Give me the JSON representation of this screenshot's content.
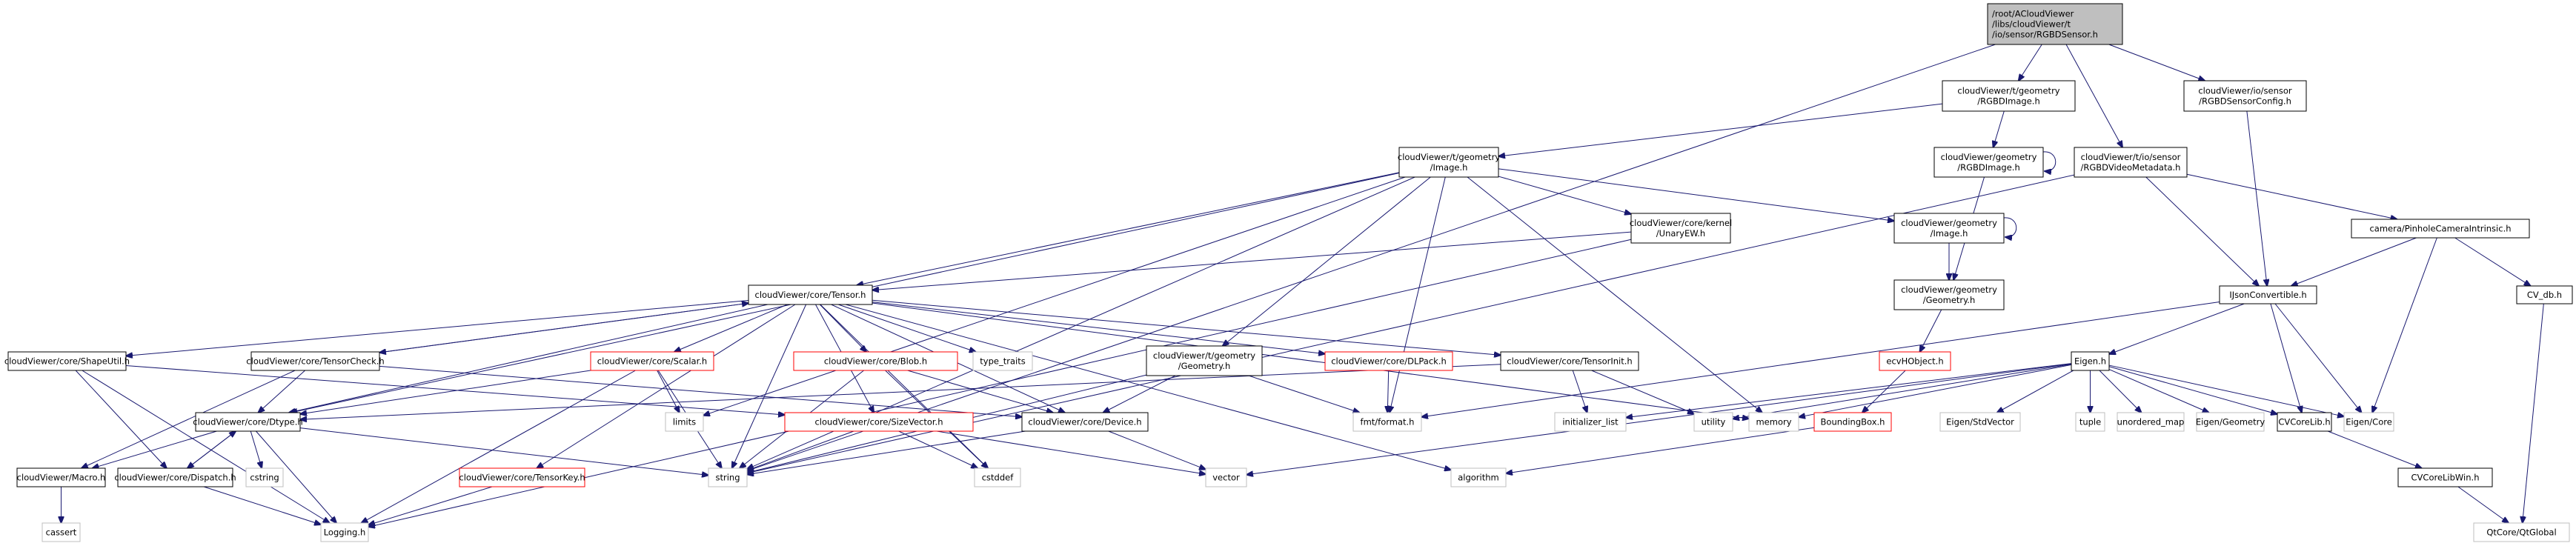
{
  "colors": {
    "edge": "#191970",
    "root_fill": "#bfbfbf",
    "normal_border": "#000000",
    "missing_border": "#ff0000",
    "system_border": "#bfbfbf",
    "text": "#000000"
  },
  "diagram": {
    "title": "Include dependency graph for RGBDSensor.h",
    "nodes": [
      {
        "id": "root",
        "kind": "root",
        "lines": [
          "/root/ACloudViewer",
          "/libs/cloudViewer/t",
          "/io/sensor/RGBDSensor.h"
        ]
      },
      {
        "id": "t_rgbdimage",
        "kind": "normal",
        "lines": [
          "cloudViewer/t/geometry",
          "/RGBDImage.h"
        ]
      },
      {
        "id": "rgbdsensorconfig",
        "kind": "normal",
        "lines": [
          "cloudViewer/io/sensor",
          "/RGBDSensorConfig.h"
        ]
      },
      {
        "id": "g_rgbdimage",
        "kind": "normal",
        "lines": [
          "cloudViewer/geometry",
          "/RGBDImage.h"
        ]
      },
      {
        "id": "rgbdvideometa",
        "kind": "normal",
        "lines": [
          "cloudViewer/t/io/sensor",
          "/RGBDVideoMetadata.h"
        ]
      },
      {
        "id": "t_image",
        "kind": "normal",
        "lines": [
          "cloudViewer/t/geometry",
          "/Image.h"
        ]
      },
      {
        "id": "g_image",
        "kind": "normal",
        "lines": [
          "cloudViewer/geometry",
          "/Image.h"
        ]
      },
      {
        "id": "unaryew",
        "kind": "normal",
        "lines": [
          "cloudViewer/core/kernel",
          "/UnaryEW.h"
        ]
      },
      {
        "id": "pinhole",
        "kind": "normal",
        "lines": [
          "camera/PinholeCameraIntrinsic.h"
        ]
      },
      {
        "id": "g_geometry",
        "kind": "normal",
        "lines": [
          "cloudViewer/geometry",
          "/Geometry.h"
        ]
      },
      {
        "id": "tensor",
        "kind": "normal",
        "lines": [
          "cloudViewer/core/Tensor.h"
        ]
      },
      {
        "id": "ijson",
        "kind": "normal",
        "lines": [
          "IJsonConvertible.h"
        ]
      },
      {
        "id": "cvdb",
        "kind": "normal",
        "lines": [
          "CV_db.h"
        ]
      },
      {
        "id": "shapeutil",
        "kind": "normal",
        "lines": [
          "cloudViewer/core/ShapeUtil.h"
        ]
      },
      {
        "id": "tensorcheck",
        "kind": "normal",
        "lines": [
          "cloudViewer/core/TensorCheck.h"
        ]
      },
      {
        "id": "scalar",
        "kind": "missing",
        "lines": [
          "cloudViewer/core/Scalar.h"
        ]
      },
      {
        "id": "blob",
        "kind": "missing",
        "lines": [
          "cloudViewer/core/Blob.h"
        ]
      },
      {
        "id": "type_traits",
        "kind": "system",
        "lines": [
          "type_traits"
        ]
      },
      {
        "id": "t_geometry",
        "kind": "normal",
        "lines": [
          "cloudViewer/t/geometry",
          "/Geometry.h"
        ]
      },
      {
        "id": "dlpack",
        "kind": "missing",
        "lines": [
          "cloudViewer/core/DLPack.h"
        ]
      },
      {
        "id": "tensorinit",
        "kind": "normal",
        "lines": [
          "cloudViewer/core/TensorInit.h"
        ]
      },
      {
        "id": "ecvhobject",
        "kind": "missing",
        "lines": [
          "ecvHObject.h"
        ]
      },
      {
        "id": "eigen_h",
        "kind": "normal",
        "lines": [
          "Eigen.h"
        ]
      },
      {
        "id": "dtype",
        "kind": "normal",
        "lines": [
          "cloudViewer/core/Dtype.h"
        ]
      },
      {
        "id": "limits",
        "kind": "system",
        "lines": [
          "limits"
        ]
      },
      {
        "id": "sizevector",
        "kind": "missing",
        "lines": [
          "cloudViewer/core/SizeVector.h"
        ]
      },
      {
        "id": "device",
        "kind": "normal",
        "lines": [
          "cloudViewer/core/Device.h"
        ]
      },
      {
        "id": "fmt_format",
        "kind": "system",
        "lines": [
          "fmt/format.h"
        ]
      },
      {
        "id": "initializer_list",
        "kind": "system",
        "lines": [
          "initializer_list"
        ]
      },
      {
        "id": "utility",
        "kind": "system",
        "lines": [
          "utility"
        ]
      },
      {
        "id": "memory",
        "kind": "system",
        "lines": [
          "memory"
        ]
      },
      {
        "id": "boundingbox",
        "kind": "missing",
        "lines": [
          "BoundingBox.h"
        ]
      },
      {
        "id": "eigen_stdvector",
        "kind": "system",
        "lines": [
          "Eigen/StdVector"
        ]
      },
      {
        "id": "tuple",
        "kind": "system",
        "lines": [
          "tuple"
        ]
      },
      {
        "id": "unordered_map",
        "kind": "system",
        "lines": [
          "unordered_map"
        ]
      },
      {
        "id": "eigen_geometry",
        "kind": "system",
        "lines": [
          "Eigen/Geometry"
        ]
      },
      {
        "id": "cvcorelib",
        "kind": "normal",
        "lines": [
          "CVCoreLib.h"
        ]
      },
      {
        "id": "eigen_core",
        "kind": "system",
        "lines": [
          "Eigen/Core"
        ]
      },
      {
        "id": "macro",
        "kind": "normal",
        "lines": [
          "cloudViewer/Macro.h"
        ]
      },
      {
        "id": "dispatch",
        "kind": "normal",
        "lines": [
          "cloudViewer/core/Dispatch.h"
        ]
      },
      {
        "id": "cstring",
        "kind": "system",
        "lines": [
          "cstring"
        ]
      },
      {
        "id": "tensorkey",
        "kind": "missing",
        "lines": [
          "cloudViewer/core/TensorKey.h"
        ]
      },
      {
        "id": "string",
        "kind": "system",
        "lines": [
          "string"
        ]
      },
      {
        "id": "cstddef",
        "kind": "system",
        "lines": [
          "cstddef"
        ]
      },
      {
        "id": "vector",
        "kind": "system",
        "lines": [
          "vector"
        ]
      },
      {
        "id": "algorithm",
        "kind": "system",
        "lines": [
          "algorithm"
        ]
      },
      {
        "id": "cvcorelibwin",
        "kind": "normal",
        "lines": [
          "CVCoreLibWin.h"
        ]
      },
      {
        "id": "cassert",
        "kind": "system",
        "lines": [
          "cassert"
        ]
      },
      {
        "id": "logging",
        "kind": "system",
        "lines": [
          "Logging.h"
        ]
      },
      {
        "id": "qtglobal",
        "kind": "system",
        "lines": [
          "QtCore/QtGlobal"
        ]
      }
    ],
    "edges": [
      [
        "root",
        "t_rgbdimage"
      ],
      [
        "root",
        "rgbdvideometa"
      ],
      [
        "root",
        "rgbdsensorconfig"
      ],
      [
        "root",
        "string"
      ],
      [
        "t_rgbdimage",
        "t_image"
      ],
      [
        "t_rgbdimage",
        "g_rgbdimage"
      ],
      [
        "g_rgbdimage",
        "g_rgbdimage"
      ],
      [
        "g_rgbdimage",
        "g_geometry"
      ],
      [
        "rgbdsensorconfig",
        "ijson"
      ],
      [
        "rgbdvideometa",
        "ijson"
      ],
      [
        "rgbdvideometa",
        "pinhole"
      ],
      [
        "rgbdvideometa",
        "string"
      ],
      [
        "t_image",
        "tensor"
      ],
      [
        "t_image",
        "unaryew"
      ],
      [
        "t_image",
        "g_image"
      ],
      [
        "t_image",
        "t_geometry"
      ],
      [
        "t_image",
        "dtype"
      ],
      [
        "t_image",
        "limits"
      ],
      [
        "t_image",
        "memory"
      ],
      [
        "t_image",
        "string"
      ],
      [
        "t_image",
        "fmt_format"
      ],
      [
        "g_image",
        "g_image"
      ],
      [
        "g_image",
        "g_geometry"
      ],
      [
        "unaryew",
        "tensor"
      ],
      [
        "unaryew",
        "logging"
      ],
      [
        "pinhole",
        "ijson"
      ],
      [
        "pinhole",
        "cvdb"
      ],
      [
        "pinhole",
        "eigen_core"
      ],
      [
        "g_geometry",
        "ecvhobject"
      ],
      [
        "ecvhobject",
        "boundingbox"
      ],
      [
        "ijson",
        "eigen_h"
      ],
      [
        "ijson",
        "cvcorelib"
      ],
      [
        "ijson",
        "eigen_core"
      ],
      [
        "ijson",
        "fmt_format"
      ],
      [
        "cvdb",
        "qtglobal"
      ],
      [
        "tensor",
        "shapeutil"
      ],
      [
        "tensor",
        "tensorcheck"
      ],
      [
        "tensor",
        "scalar"
      ],
      [
        "tensor",
        "blob"
      ],
      [
        "tensor",
        "type_traits"
      ],
      [
        "tensor",
        "dlpack"
      ],
      [
        "tensor",
        "tensorinit"
      ],
      [
        "tensor",
        "dtype"
      ],
      [
        "tensor",
        "sizevector"
      ],
      [
        "tensor",
        "device"
      ],
      [
        "tensor",
        "tensorkey"
      ],
      [
        "tensor",
        "string"
      ],
      [
        "tensor",
        "cstddef"
      ],
      [
        "tensor",
        "algorithm"
      ],
      [
        "tensor",
        "memory"
      ],
      [
        "tensorcheck",
        "tensor"
      ],
      [
        "tensorcheck",
        "dtype"
      ],
      [
        "tensorcheck",
        "device"
      ],
      [
        "tensorcheck",
        "macro"
      ],
      [
        "shapeutil",
        "sizevector"
      ],
      [
        "shapeutil",
        "dispatch"
      ],
      [
        "shapeutil",
        "logging"
      ],
      [
        "scalar",
        "dtype"
      ],
      [
        "scalar",
        "limits"
      ],
      [
        "scalar",
        "string"
      ],
      [
        "scalar",
        "logging"
      ],
      [
        "blob",
        "device"
      ],
      [
        "blob",
        "string"
      ],
      [
        "blob",
        "cstddef"
      ],
      [
        "t_geometry",
        "device"
      ],
      [
        "t_geometry",
        "fmt_format"
      ],
      [
        "t_geometry",
        "string"
      ],
      [
        "dlpack",
        "fmt_format"
      ],
      [
        "tensorinit",
        "initializer_list"
      ],
      [
        "tensorinit",
        "utility"
      ],
      [
        "tensorinit",
        "dtype"
      ],
      [
        "eigen_h",
        "eigen_stdvector"
      ],
      [
        "eigen_h",
        "tuple"
      ],
      [
        "eigen_h",
        "unordered_map"
      ],
      [
        "eigen_h",
        "eigen_geometry"
      ],
      [
        "eigen_h",
        "cvcorelib"
      ],
      [
        "eigen_h",
        "eigen_core"
      ],
      [
        "eigen_h",
        "memory"
      ],
      [
        "eigen_h",
        "utility"
      ],
      [
        "eigen_h",
        "initializer_list"
      ],
      [
        "eigen_h",
        "vector"
      ],
      [
        "boundingbox",
        "algorithm"
      ],
      [
        "dtype",
        "macro"
      ],
      [
        "dtype",
        "dispatch"
      ],
      [
        "dtype",
        "cstring"
      ],
      [
        "dtype",
        "string"
      ],
      [
        "dtype",
        "logging"
      ],
      [
        "dispatch",
        "dtype"
      ],
      [
        "dispatch",
        "logging"
      ],
      [
        "sizevector",
        "string"
      ],
      [
        "sizevector",
        "cstddef"
      ],
      [
        "sizevector",
        "vector"
      ],
      [
        "device",
        "string"
      ],
      [
        "device",
        "vector"
      ],
      [
        "tensorkey",
        "logging"
      ],
      [
        "macro",
        "cassert"
      ],
      [
        "cvcorelib",
        "cvcorelibwin"
      ],
      [
        "cvcorelibwin",
        "qtglobal"
      ]
    ]
  }
}
